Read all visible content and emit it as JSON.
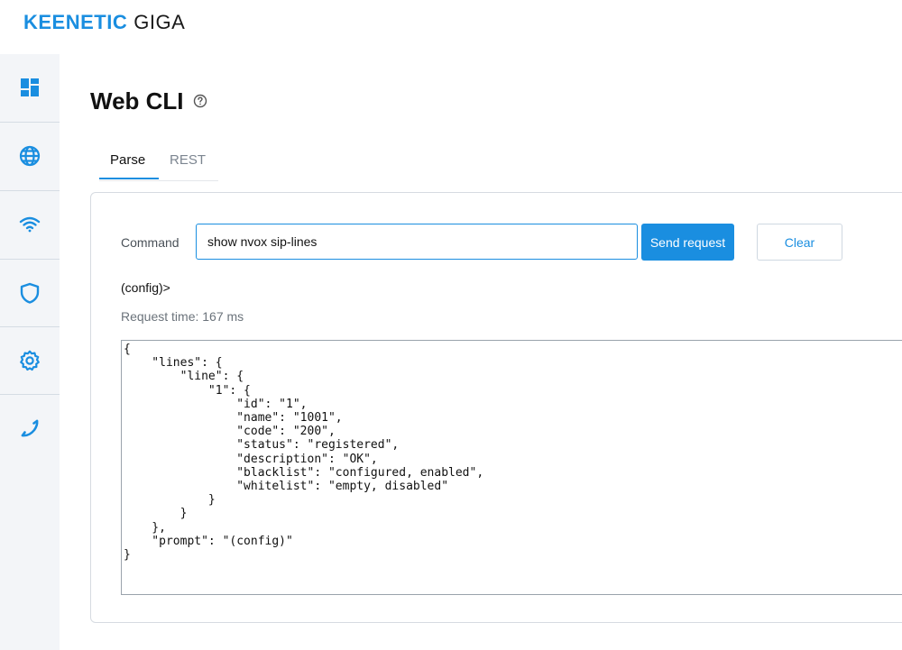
{
  "header": {
    "brand": "KEENETIC",
    "model": "GIGA"
  },
  "sidebar": {
    "items": [
      {
        "icon": "dashboard-icon"
      },
      {
        "icon": "globe-icon"
      },
      {
        "icon": "wifi-icon"
      },
      {
        "icon": "shield-icon"
      },
      {
        "icon": "gear-icon"
      },
      {
        "icon": "phone-icon"
      }
    ]
  },
  "page": {
    "title": "Web CLI",
    "help_icon": "help-circle-icon"
  },
  "tabs": [
    {
      "label": "Parse",
      "active": true
    },
    {
      "label": "REST",
      "active": false
    }
  ],
  "form": {
    "command_label": "Command",
    "command_value": "show nvox sip-lines",
    "send_label": "Send request",
    "clear_label": "Clear"
  },
  "result": {
    "prompt": "(config)>",
    "request_time": "Request time: 167 ms",
    "output": "{\n    \"lines\": {\n        \"line\": {\n            \"1\": {\n                \"id\": \"1\",\n                \"name\": \"1001\",\n                \"code\": \"200\",\n                \"status\": \"registered\",\n                \"description\": \"OK\",\n                \"blacklist\": \"configured, enabled\",\n                \"whitelist\": \"empty, disabled\"\n            }\n        }\n    },\n    \"prompt\": \"(config)\"\n}"
  },
  "colors": {
    "accent": "#1a8ee0",
    "sidebar_bg": "#f3f5f8"
  }
}
